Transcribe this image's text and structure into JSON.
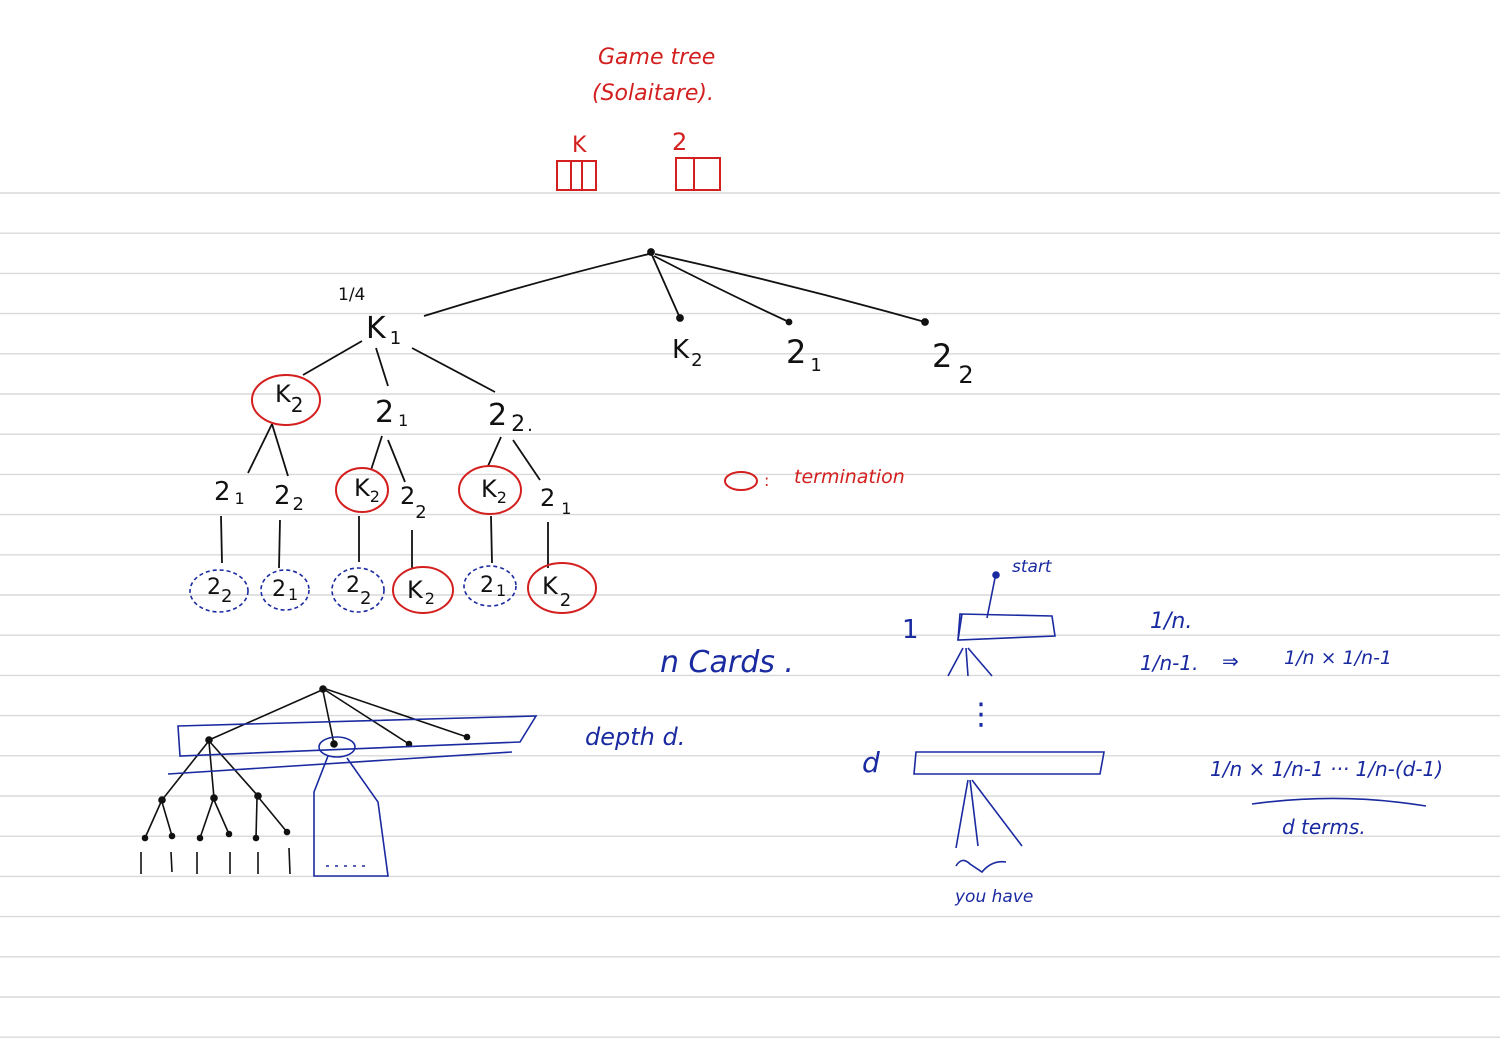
{
  "colors": {
    "paper": "#ffffff",
    "rule": "#d9d9d9",
    "black_ink": "#111111",
    "red_ink": "#d41f1f",
    "blue_ink": "#1a2aa0"
  },
  "title": {
    "line1": "Game tree",
    "line2": "(Solaitare)."
  },
  "cards": {
    "left_label": "K",
    "right_label": "2"
  },
  "probability_label": "1/4",
  "top_level": {
    "k1": "K",
    "k1_sub": "1",
    "k2": "K",
    "k2_sub": "2",
    "two1": "2",
    "two1_sub": "1",
    "two2": "2",
    "two2_sub": "2"
  },
  "level2": {
    "k2": "K",
    "k2_sub": "2",
    "two1": "2",
    "two1_sub": "1",
    "two2": "2",
    "two2_sub": "2",
    "two2_dot": "."
  },
  "level3": {
    "a_two1": "2",
    "a_two1_sub": "1",
    "a_two2": "2",
    "a_two2_sub": "2",
    "b_k2": "K",
    "b_k2_sub": "2",
    "b_two2": "2",
    "b_two2_sub": "2",
    "c_k2": "K",
    "c_k2_sub": "2",
    "c_two1": "2",
    "c_two1_sub": "1"
  },
  "level4": {
    "a_two2": "2",
    "a_two2_sub": "2",
    "b_two1": "2",
    "b_two1_sub": "1",
    "c_two2": "2",
    "c_two2_sub": "2",
    "d_k2": "K",
    "d_k2_sub": "2",
    "e_two1": "2",
    "e_two1_sub": "1",
    "f_k2": "K",
    "f_k2_sub": "2"
  },
  "legend": {
    "separator": ":",
    "text": "termination"
  },
  "notes": {
    "n_cards": "n  Cards .",
    "depth": "depth d.",
    "start": "start",
    "level_one": "1",
    "level_d": "d",
    "dots": "⋮",
    "you_have": "you have",
    "prob_first": "1/n.",
    "prob_second": "1/n-1.",
    "arrow": "⇒",
    "prod_two": "1/n × 1/n-1",
    "prod_d": "1/n × 1/n-1 ··· 1/n-(d-1)",
    "d_terms": "d terms."
  }
}
